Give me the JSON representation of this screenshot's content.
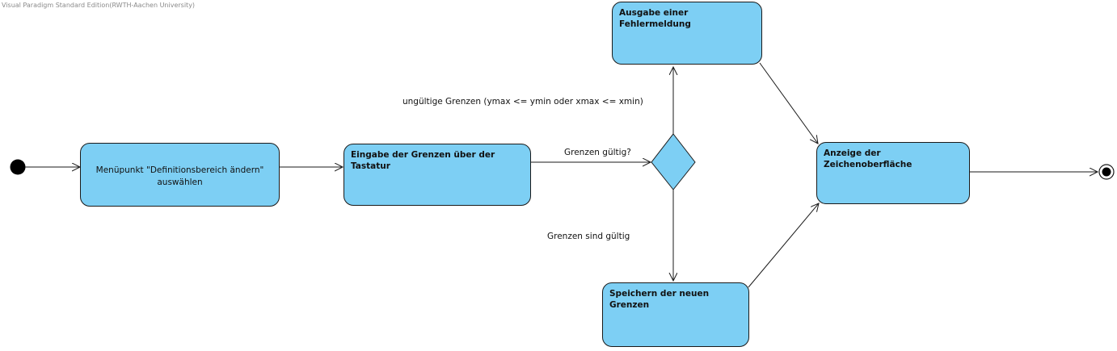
{
  "watermark": "Visual Paradigm Standard Edition(RWTH-Aachen University)",
  "colors": {
    "node_fill": "#7dcff4",
    "stroke": "#1a1a1a"
  },
  "nodes": {
    "menu": {
      "line1": "Menüpunkt \"Definitionsbereich ändern\"",
      "line2": "auswählen"
    },
    "eingabe": {
      "line1": "Eingabe der Grenzen über der",
      "line2": "Tastatur"
    },
    "fehler": {
      "title": "Ausgabe einer Fehlermeldung"
    },
    "anzeige": {
      "title": "Anzeige der Zeichenoberfläche"
    },
    "speichern": {
      "title": "Speichern der neuen Grenzen"
    }
  },
  "edge_labels": {
    "decision": "Grenzen gültig?",
    "invalid": "ungültige Grenzen (ymax <= ymin oder xmax <= xmin)",
    "valid": "Grenzen sind gültig"
  }
}
